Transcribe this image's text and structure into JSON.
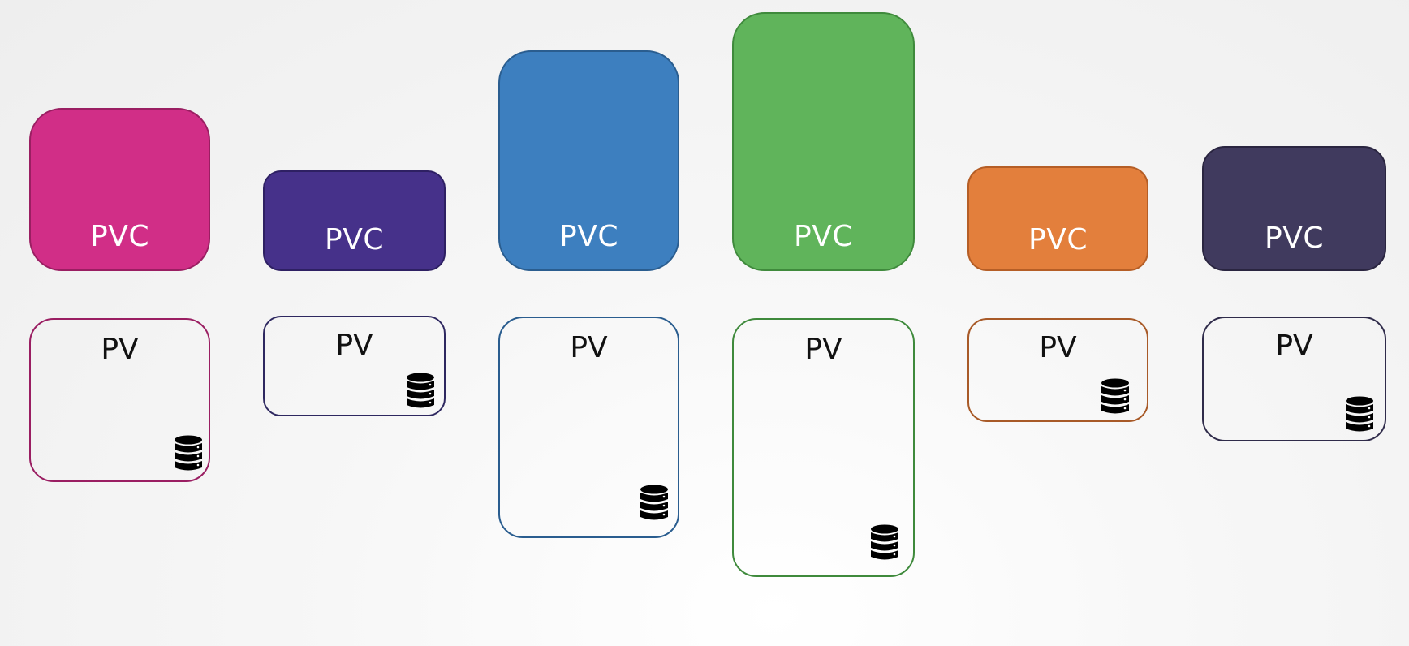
{
  "diagram": {
    "pairs": [
      {
        "pvc": {
          "label": "PVC",
          "fill": "#d12e87",
          "border": "#9a1e62"
        },
        "pv": {
          "label": "PV",
          "border": "#9a1e62",
          "icon": "database-icon"
        }
      },
      {
        "pvc": {
          "label": "PVC",
          "fill": "#46318a",
          "border": "#2e2063"
        },
        "pv": {
          "label": "PV",
          "border": "#2e2860",
          "icon": "database-icon"
        }
      },
      {
        "pvc": {
          "label": "PVC",
          "fill": "#3d7fbf",
          "border": "#2a5d8f"
        },
        "pv": {
          "label": "PV",
          "border": "#2a5d8f",
          "icon": "database-icon"
        }
      },
      {
        "pvc": {
          "label": "PVC",
          "fill": "#60b45b",
          "border": "#3f8a3c"
        },
        "pv": {
          "label": "PV",
          "border": "#3f8a3c",
          "icon": "database-icon"
        }
      },
      {
        "pvc": {
          "label": "PVC",
          "fill": "#e37f3c",
          "border": "#b55e26"
        },
        "pv": {
          "label": "PV",
          "border": "#a85a28",
          "icon": "database-icon"
        }
      },
      {
        "pvc": {
          "label": "PVC",
          "fill": "#403a5e",
          "border": "#2a2540"
        },
        "pv": {
          "label": "PV",
          "border": "#2f2b4a",
          "icon": "database-icon"
        }
      }
    ]
  }
}
